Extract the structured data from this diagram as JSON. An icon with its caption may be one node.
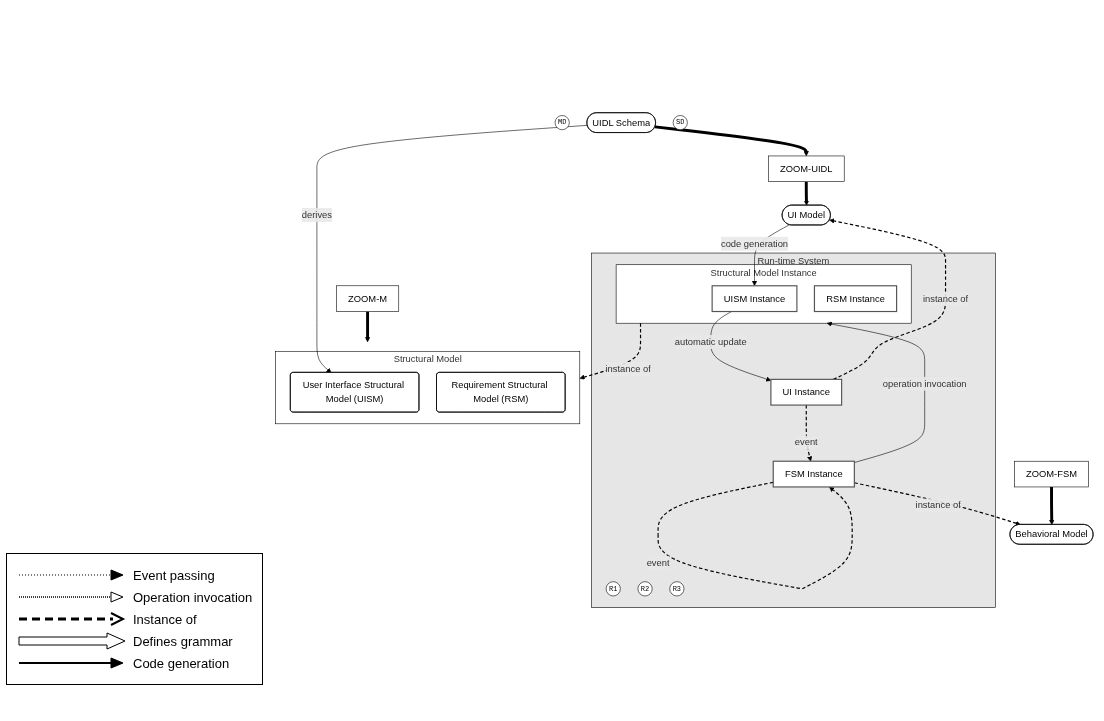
{
  "diagram": {
    "nodes": [
      {
        "text": [
          "ZOOM-UIDL"
        ]
      },
      {
        "text": [
          "UI Model"
        ]
      },
      {
        "text": [
          "ZOOM-FSM"
        ]
      },
      {
        "text": [
          "Behavioral Model"
        ]
      },
      {
        "text": [
          "Run-time System"
        ]
      },
      {
        "text": [
          "UI Instance"
        ],
        "in": 4
      },
      {
        "text": [
          "R1"
        ],
        "in": 4
      },
      {
        "text": [
          "FSM Instance"
        ],
        "in": 4
      },
      {
        "text": [
          "MD"
        ]
      },
      {
        "text": [
          "UIDL Schema"
        ]
      },
      {
        "text": [
          "R2"
        ],
        "in": 4
      },
      {
        "text": [
          "R3"
        ],
        "in": 4
      },
      {
        "text": [
          "Structural Model Instance"
        ],
        "in": 4
      },
      {
        "text": [
          "UISM Instance"
        ],
        "in": 12
      },
      {
        "text": [
          "RSM Instance"
        ],
        "in": 12
      },
      {
        "text": [
          "SD"
        ]
      },
      {
        "text": [
          "Structural Model"
        ]
      },
      {
        "text": [
          "User Interface Structural Model (UISM)"
        ],
        "in": 16
      },
      {
        "text": [
          "Requirement Structural Model (RSM)"
        ],
        "in": 16
      },
      {
        "text": [
          "ZOOM-M"
        ]
      }
    ],
    "edges": [
      {
        "from": 0,
        "to": 1,
        "arrow": "to",
        "style": "thick"
      },
      {
        "from": 9,
        "to": 0,
        "arrow": "to",
        "style": "thick"
      },
      {
        "from": 2,
        "to": 3,
        "arrow": "to",
        "style": "thick"
      },
      {
        "from": 19,
        "to": 16,
        "arrow": "to",
        "style": "thick"
      },
      {
        "from": 5,
        "to": 1,
        "arrow": "to",
        "style": "dashed",
        "label": "instance of"
      },
      {
        "from": 7,
        "to": 3,
        "arrow": "to",
        "style": "dashed",
        "label": "instance of"
      },
      {
        "from": 12,
        "to": 16,
        "arrow": "to",
        "style": "dashed",
        "label": "instance of"
      },
      {
        "from": 5,
        "to": 7,
        "arrow": "to",
        "style": "dashed",
        "label": "event"
      },
      {
        "from": 7,
        "to": 7,
        "arrow": "to",
        "style": "dashed",
        "label": "event"
      },
      {
        "from": 7,
        "to": 12,
        "arrow": "to",
        "label": "operation invocation"
      },
      {
        "from": 13,
        "to": 5,
        "arrow": "to",
        "label": "automatic update"
      },
      {
        "from": 1,
        "to": 13,
        "arrow": "to",
        "label": "code generation"
      },
      {
        "from": 9,
        "to": 17,
        "arrow": "to",
        "label": "derives"
      }
    ],
    "legend": [
      {
        "text": "Event passing"
      },
      {
        "text": "Operation invocation"
      },
      {
        "text": "Instance of"
      },
      {
        "text": "Defines grammar"
      },
      {
        "text": "Code generation"
      }
    ]
  }
}
